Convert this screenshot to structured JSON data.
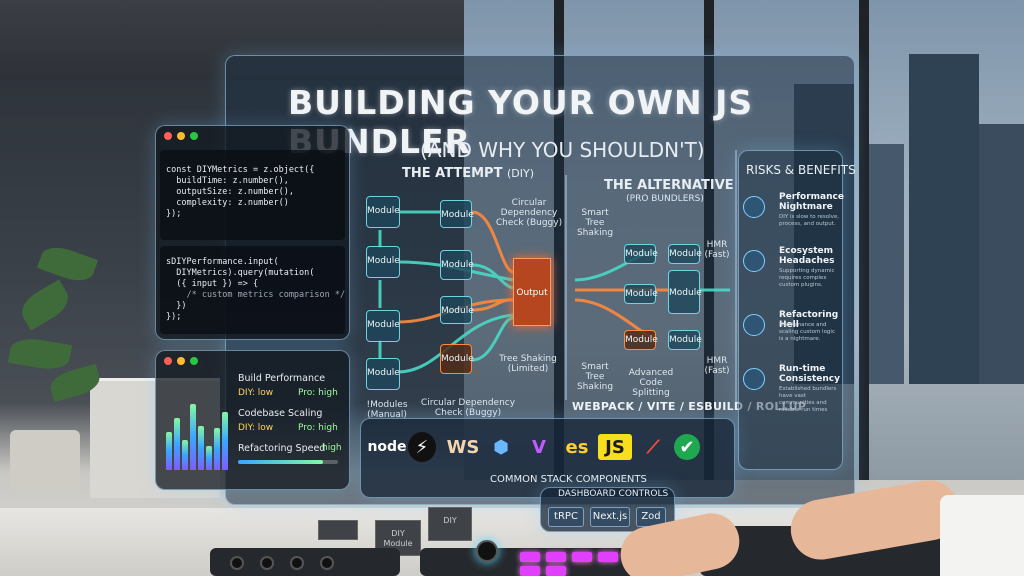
{
  "title": "BUILDING YOUR OWN JS BUNDLER",
  "subtitle": "(AND WHY YOU SHOULDN'T)",
  "attempt": {
    "heading": "THE ATTEMPT",
    "heading_suffix": "(DIY)",
    "module_label": "Module",
    "output_label": "Output",
    "labels": {
      "circular_top": "Circular Dependency Check (Buggy)",
      "tree_shaking": "Tree Shaking (Limited)",
      "modules_manual": "!Modules (Manual)",
      "circular_bottom": "Circular Dependency Check (Buggy)"
    }
  },
  "alternative": {
    "heading": "THE ALTERNATIVE",
    "subheading": "(PRO BUNDLERS)",
    "module_label": "Module",
    "labels": {
      "tree_top": "Smart Tree Shaking",
      "hmr_top": "HMR (Fast)",
      "tree_bottom": "Smart Tree Shaking",
      "code_splitting": "Advanced Code Splitting",
      "hmr_bottom": "HMR (Fast)"
    },
    "bundlers": "WEBPACK / VITE / ESBUILD / ROLLUP"
  },
  "risks": {
    "title": "RISKS & BENEFITS",
    "items": [
      {
        "heading": "Performance Nightmare",
        "desc": "DIY is slow to resolve, process, and output.",
        "icon": "stopwatch-icon"
      },
      {
        "heading": "Ecosystem Headaches",
        "desc": "Supporting dynamic requires complex custom plugins.",
        "icon": "network-icon"
      },
      {
        "heading": "Refactoring Hell",
        "desc": "Maintenance and scaling custom logic is a nightmare.",
        "icon": "magnifier-code-icon"
      },
      {
        "heading": "Run-time Consistency",
        "desc": "Established bundlers have vast communities and reliable run times",
        "icon": "scales-icon"
      }
    ]
  },
  "code": {
    "block1": [
      "const DIYMetrics = z.object({",
      "  buildTime: z.number(),",
      "  outputSize: z.number(),",
      "  complexity: z.number()",
      "});"
    ],
    "block2": [
      "sDIYPerformance.input(",
      "  DIYMetrics).query(mutation(",
      "  ({ input }) => {",
      "    /* custom metrics comparison */",
      "  })",
      "});"
    ]
  },
  "performance": {
    "rows": [
      {
        "label": "Build Performance",
        "diy": "DIY: low",
        "pro": "Pro: high"
      },
      {
        "label": "Codebase Scaling",
        "diy": "DIY: low",
        "pro": "Pro: high"
      }
    ],
    "refactor_label": "Refactoring Speed",
    "refactor_value": "high",
    "refactor_fill": 0.85,
    "bars": [
      38,
      52,
      30,
      66,
      44,
      24,
      42,
      58
    ]
  },
  "stack": {
    "label": "COMMON STACK COMPONENTS",
    "logos": [
      {
        "text": "node",
        "icon": "nodejs-logo",
        "color": "#ffffff"
      },
      {
        "text": "⚡",
        "icon": "bolt-logo",
        "color": "#ffffff"
      },
      {
        "text": "WS",
        "icon": "websocket-logo",
        "color": "#f3d3b0"
      },
      {
        "text": "⬢",
        "icon": "cube-logo",
        "color": "#6ab8ff"
      },
      {
        "text": "V",
        "icon": "vite-logo",
        "color": "#c05cff"
      },
      {
        "text": "es",
        "icon": "esbuild-logo",
        "color": "#ffcf2e"
      },
      {
        "text": "JS",
        "icon": "javascript-logo",
        "color": "#1b1b1b"
      },
      {
        "text": "⟋",
        "icon": "rollup-logo",
        "color": "#ff4b3a"
      },
      {
        "text": "✔",
        "icon": "check-shield-logo",
        "color": "#ffffff"
      }
    ]
  },
  "dashboard": {
    "label": "DASHBOARD CONTROLS",
    "buttons": [
      "tRPC",
      "Next.js",
      "Zod"
    ]
  },
  "desk_blocks": [
    "DIY Module",
    "DIY"
  ]
}
